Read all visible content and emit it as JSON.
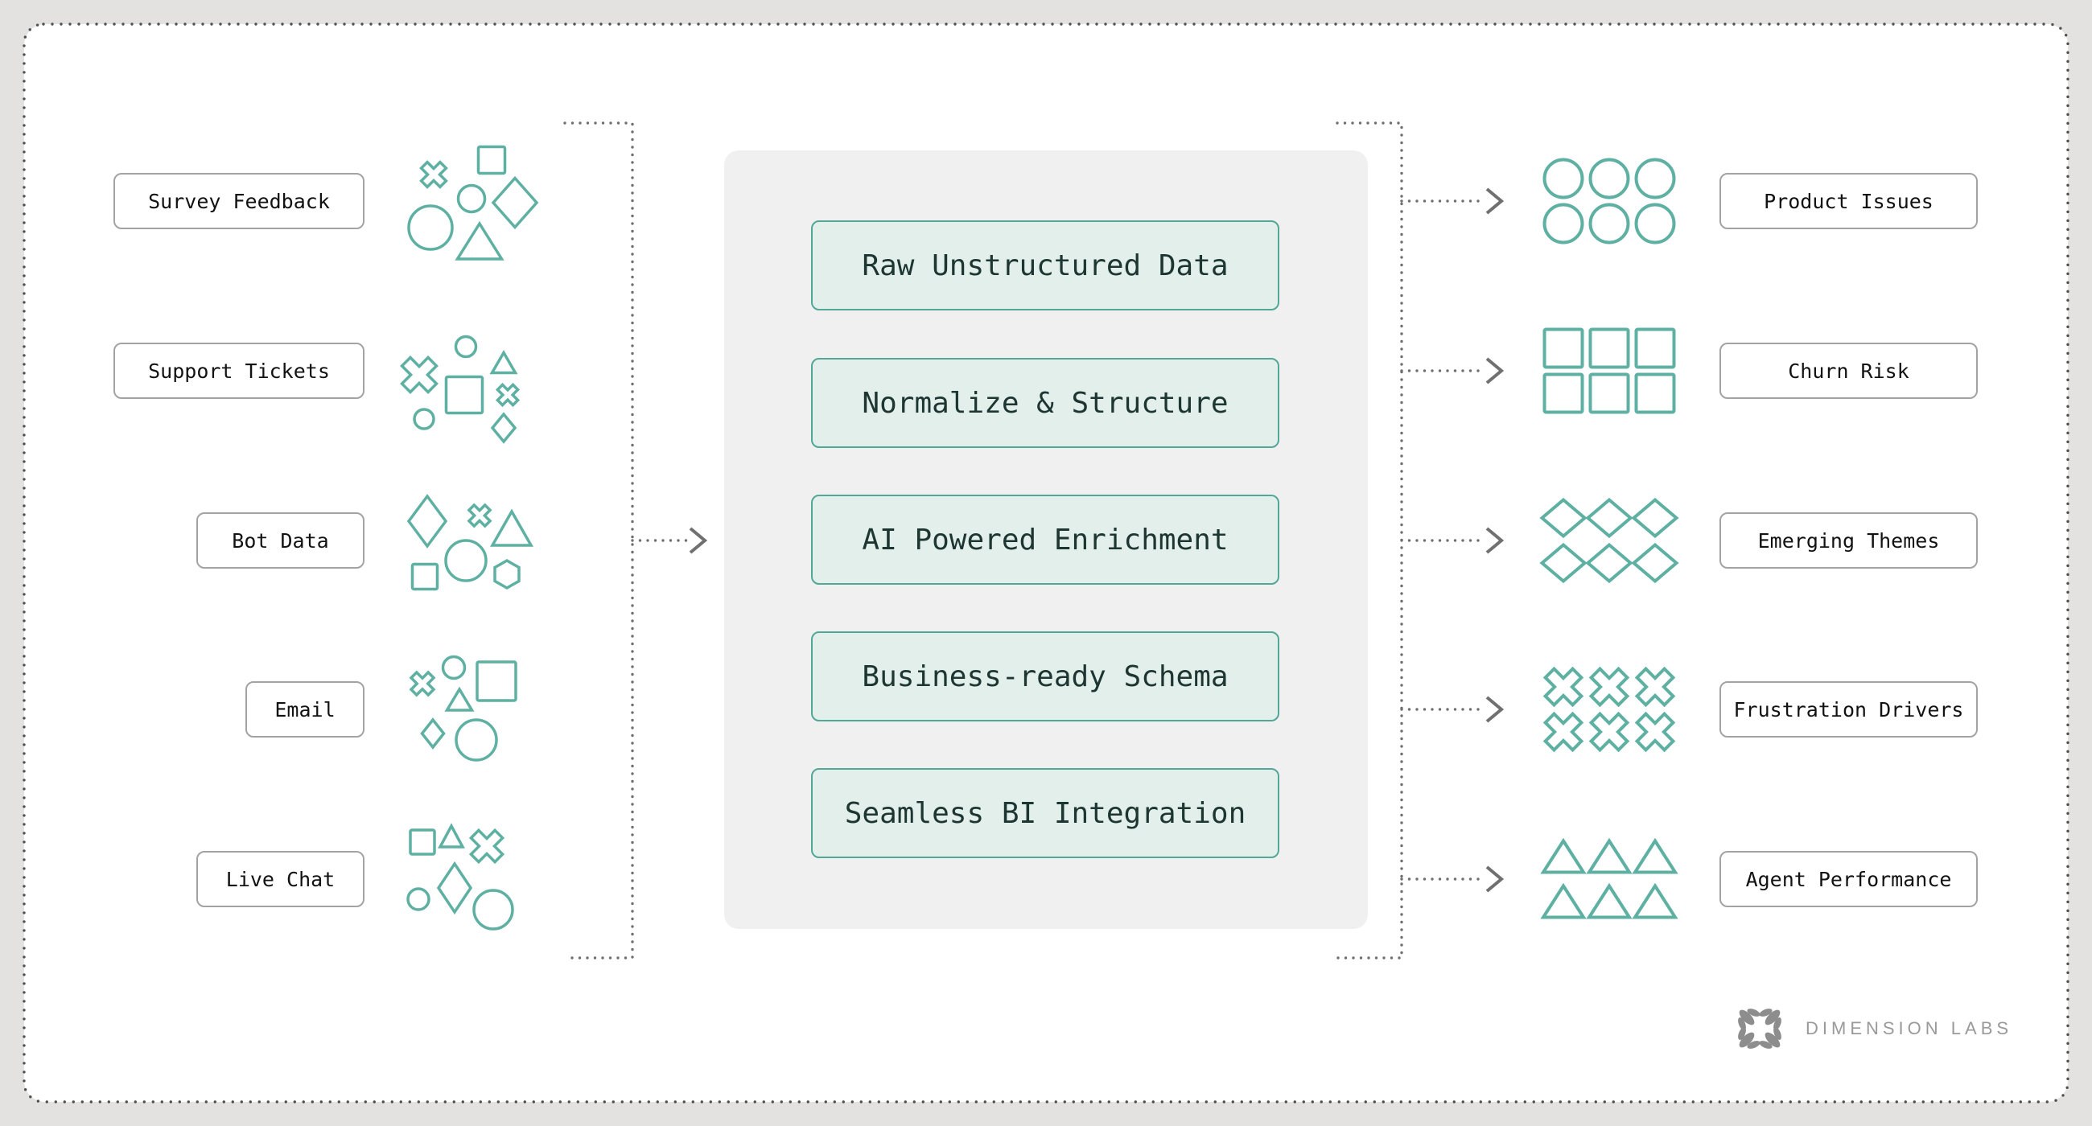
{
  "sources": [
    {
      "label": "Survey Feedback",
      "shapes": [
        "x",
        "square",
        "circle",
        "diamond",
        "circle",
        "triangle"
      ]
    },
    {
      "label": "Support Tickets",
      "shapes": [
        "circle",
        "triangle",
        "x",
        "square",
        "x",
        "circle",
        "diamond"
      ]
    },
    {
      "label": "Bot Data",
      "shapes": [
        "diamond",
        "x",
        "triangle",
        "circle",
        "square",
        "hexagon"
      ]
    },
    {
      "label": "Email",
      "shapes": [
        "x",
        "circle",
        "square",
        "triangle",
        "diamond",
        "circle"
      ]
    },
    {
      "label": "Live Chat",
      "shapes": [
        "square",
        "triangle",
        "x",
        "circle",
        "diamond",
        "circle"
      ]
    }
  ],
  "pipeline": {
    "stages": [
      {
        "label": "Raw Unstructured Data"
      },
      {
        "label": "Normalize & Structure"
      },
      {
        "label": "AI Powered Enrichment"
      },
      {
        "label": "Business-ready Schema"
      },
      {
        "label": "Seamless BI Integration"
      }
    ]
  },
  "outputs": [
    {
      "label": "Product Issues",
      "shape": "circle"
    },
    {
      "label": "Churn Risk",
      "shape": "square"
    },
    {
      "label": "Emerging Themes",
      "shape": "diamond"
    },
    {
      "label": "Frustration Drivers",
      "shape": "x"
    },
    {
      "label": "Agent Performance",
      "shape": "triangle"
    }
  ],
  "logo": {
    "brand": "DIMENSION LABS"
  },
  "colors": {
    "teal": "#5eb0a2",
    "stage_border": "#53a797",
    "stage_fill": "#e2efeb",
    "stage_text": "#1e3632",
    "panel": "#f0f0f1",
    "connector_gray": "#707070",
    "border_dots": "#4f4f4f",
    "label_border": "#a3a3a3",
    "label_text": "#121212",
    "page_bg": "#e3e2e0",
    "card_bg": "#ffffff",
    "logo_icon": "#8d8d8d",
    "logo_text": "#9a9a9a"
  }
}
